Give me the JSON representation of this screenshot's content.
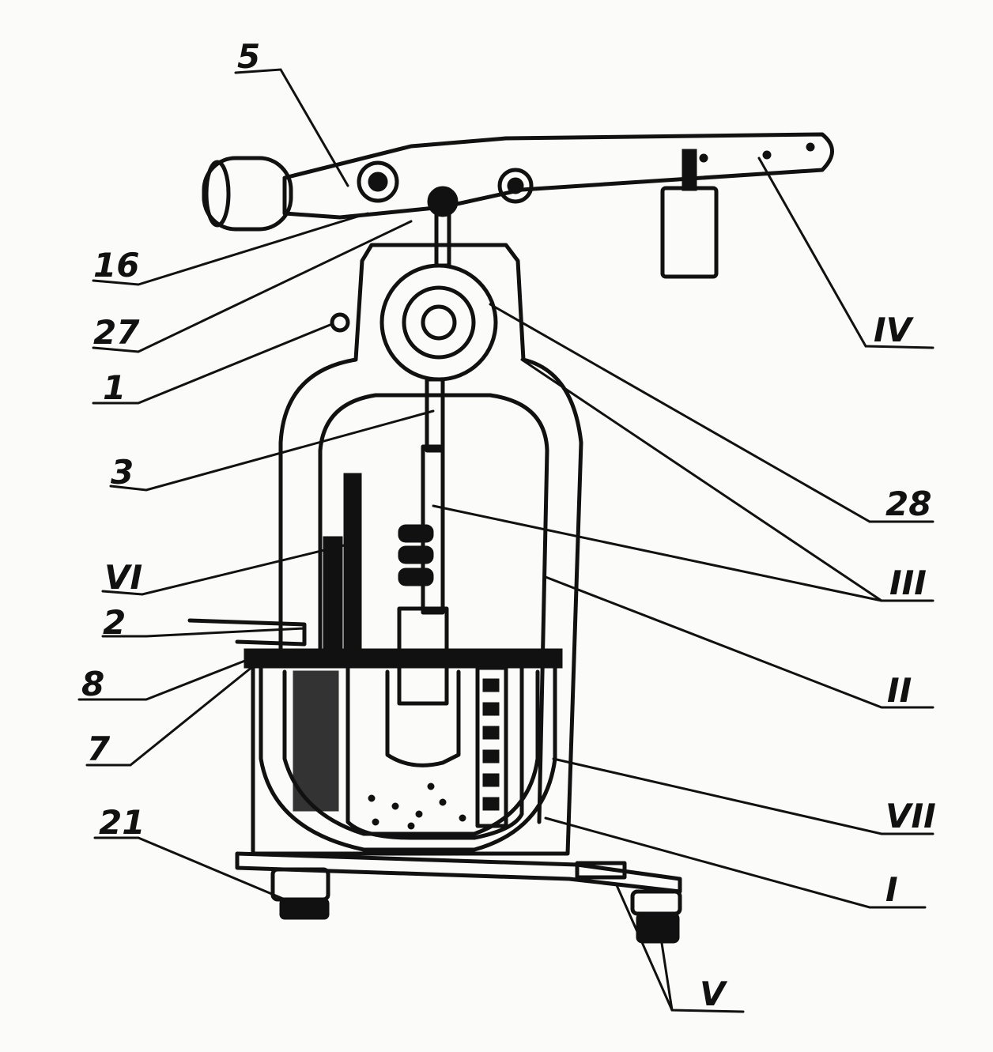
{
  "figure": {
    "labels": {
      "l5": "5",
      "l16": "16",
      "l27": "27",
      "l1": "1",
      "l3": "3",
      "lVI": "VI",
      "l2": "2",
      "l8": "8",
      "l7": "7",
      "l21": "21",
      "lIV": "IV",
      "l28": "28",
      "lIII": "III",
      "lII": "II",
      "lVII": "VII",
      "lI": "I",
      "lV": "V"
    }
  }
}
